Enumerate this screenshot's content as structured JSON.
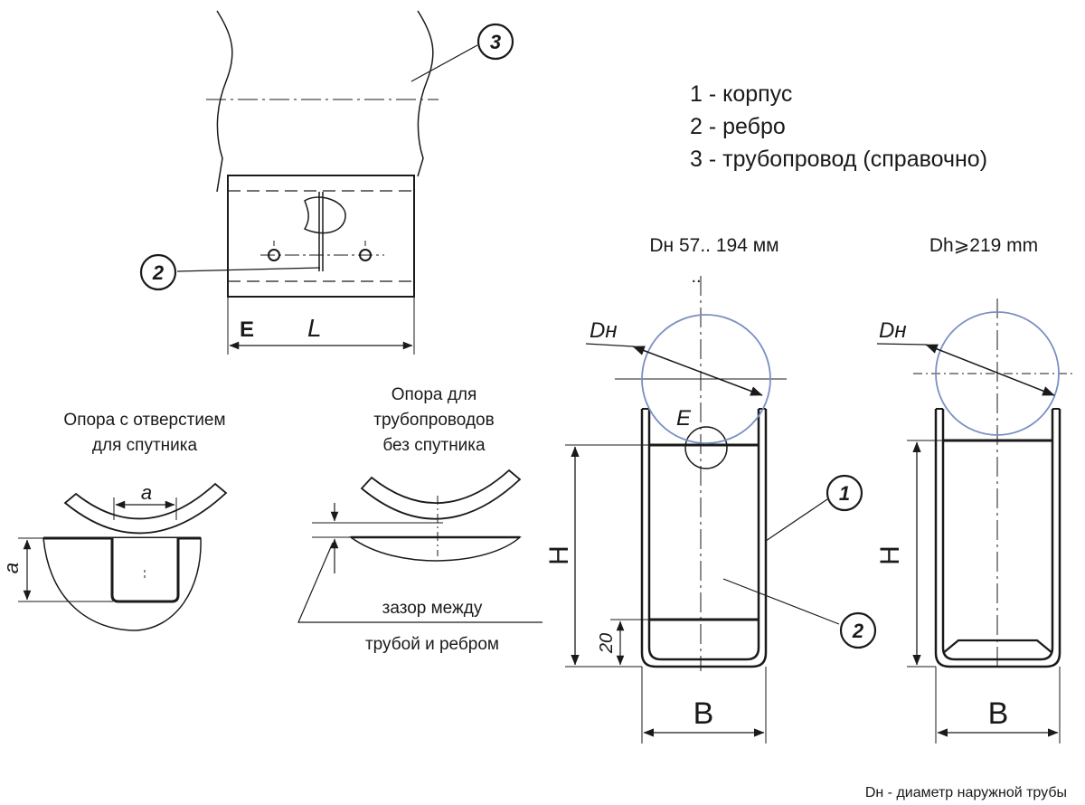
{
  "legend": {
    "item1": "1 - корпус",
    "item2": "2 - ребро",
    "item3": "3 - трубопровод (справочно)"
  },
  "callouts": {
    "c1": "1",
    "c2": "2",
    "c3": "3"
  },
  "captions": {
    "range_small": "Dн 57.. 194 мм",
    "range_large": "Dh⩾219 mm",
    "with_hole_line1": "Опора с отверстием",
    "with_hole_line2": "для спутника",
    "without_line1": "Опора для",
    "without_line2": "трубопроводов",
    "without_line3": "без спутника",
    "gap_line1": "зазор между",
    "gap_line2": "трубой и ребром",
    "footnote": "Dн - диаметр наружной трубы"
  },
  "dims": {
    "E": "E",
    "L": "L",
    "a_horizontal": "a",
    "a_vertical": "a",
    "Dn": "Dн",
    "E_detail": "E",
    "H": "H",
    "h20": "20",
    "B": "B"
  },
  "colors": {
    "line": "#1a1a1a",
    "pipe_circle": "#7b8fc4"
  }
}
